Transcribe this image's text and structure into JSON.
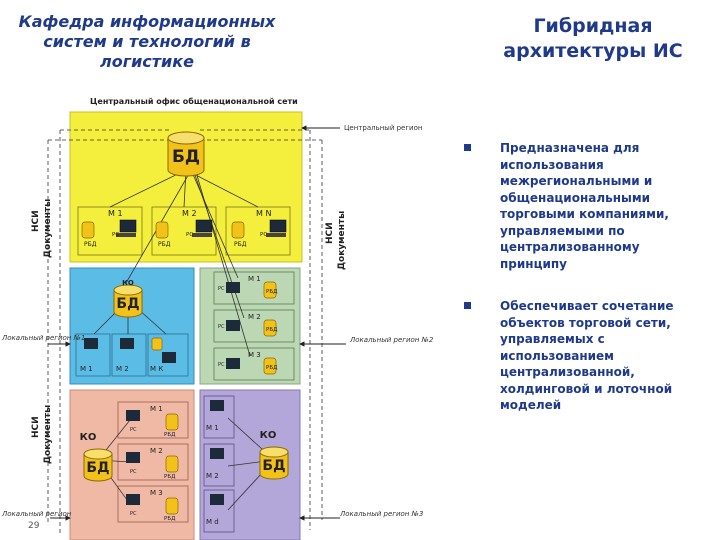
{
  "header": {
    "department": "Кафедра информационных систем и технологий в логистике",
    "title": "Гибридная архитектуры ИС"
  },
  "bullets": [
    {
      "text": "Предназначена для использования межрегиональными и общенациональными торговыми компаниями, управляемыми по централизованному принципу"
    },
    {
      "text": "Обеспечивает сочетание объектов торговой сети, управляемых с использованием централизованной, холдинговой и лоточной моделей"
    }
  ],
  "diagram": {
    "central_office": "Центральный офис общенациональной сети",
    "central_region": "Центральный регион",
    "db_label": "БД",
    "rdb_label": "РБД",
    "pc_label": "PC",
    "ko_label": "КО",
    "nsi_label": "НСИ",
    "docs_label": "Документы",
    "region_left": "Локальный регион №1",
    "region_right": "Локальный регион №2",
    "region_bottom_left": "Локальный регион",
    "region_bottom_right": "Локальный регион №3",
    "central_modules": [
      "М 1",
      "М 2",
      "М N"
    ],
    "blue_modules": [
      "М 1",
      "М 2",
      "М К"
    ],
    "green_modules": [
      "М 1",
      "М 2",
      "М 3"
    ],
    "pink_modules": [
      "М 1",
      "М 2",
      "М 3"
    ],
    "purple_modules": [
      "М 1",
      "М 2",
      "М d"
    ],
    "slide_number": "29"
  },
  "colors": {
    "text_blue": "#1f3a8a",
    "central_zone": "#f4ee3c",
    "blue_zone": "#5bbce6",
    "green_zone": "#bcd7b4",
    "pink_zone": "#f0b9a6",
    "purple_zone": "#b3a6d8",
    "db_cylinder": "#f2c21a"
  }
}
